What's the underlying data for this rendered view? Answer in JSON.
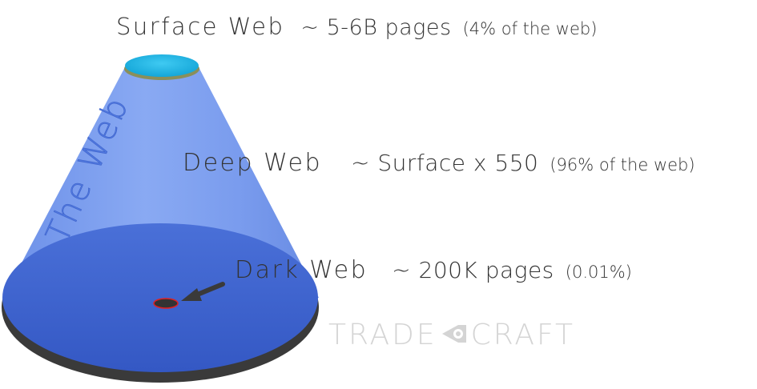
{
  "cone": {
    "title": "The Web",
    "colors": {
      "cone_body": "#6f93ec",
      "cone_base": "#3e63d0",
      "cone_rim": "#3a3a3a",
      "surface_cap": "#1eb7e6",
      "dark_spot": "#333333",
      "dark_spot_outline": "#e02020"
    }
  },
  "layers": {
    "surface": {
      "name": "Surface Web",
      "stat": "~ 5-6B pages",
      "share": "(4% of the web)"
    },
    "deep": {
      "name": "Deep Web",
      "stat": "~ Surface x 550",
      "share": "(96% of the web)"
    },
    "dark": {
      "name": "Dark Web",
      "stat": "~ 200K pages",
      "share": "(0.01%)"
    }
  },
  "watermark": {
    "left": "TRADE",
    "right": "CRAFT",
    "icon": "eye-icon"
  }
}
